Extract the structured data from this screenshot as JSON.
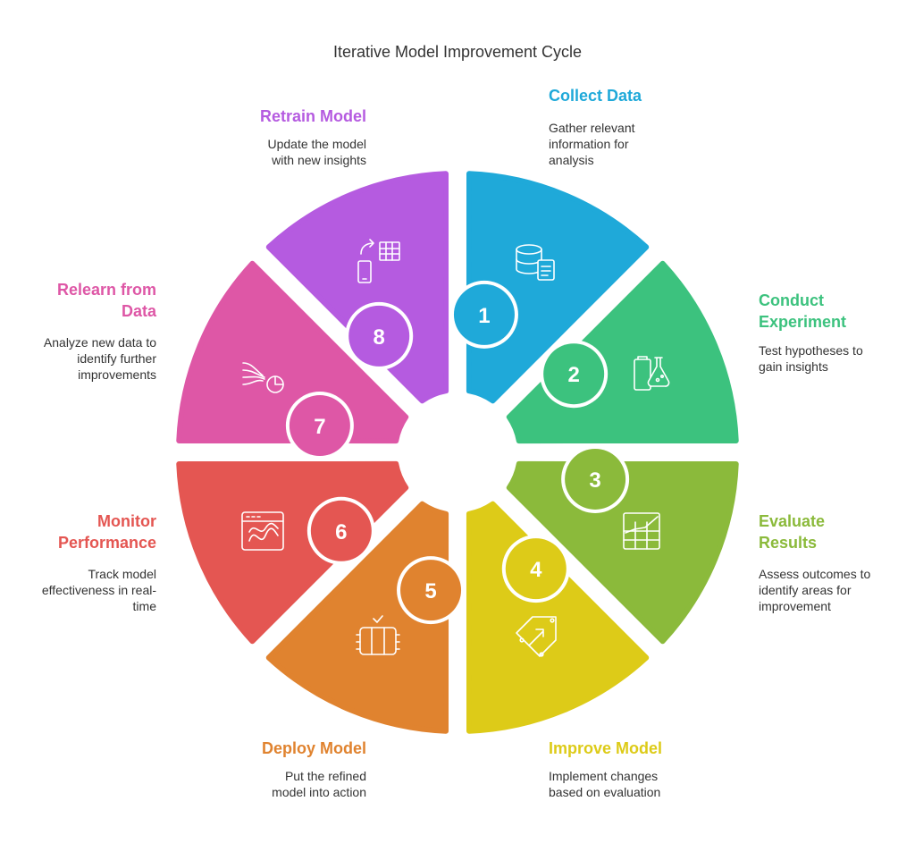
{
  "title": "Iterative Model Improvement Cycle",
  "steps": [
    {
      "number": "1",
      "title": "Collect Data",
      "desc_lines": [
        "Gather relevant",
        "information for",
        "analysis"
      ],
      "color": "#1FA9D9",
      "icon": "database-document-icon"
    },
    {
      "number": "2",
      "title_lines": [
        "Conduct",
        "Experiment"
      ],
      "desc_lines": [
        "Test hypotheses to",
        "gain insights"
      ],
      "color": "#3CC27E",
      "icon": "flask-clipboard-icon"
    },
    {
      "number": "3",
      "title_lines": [
        "Evaluate",
        "Results"
      ],
      "desc_lines": [
        "Assess outcomes to",
        "identify areas for",
        "improvement"
      ],
      "color": "#8BBA3B",
      "icon": "chart-grid-icon"
    },
    {
      "number": "4",
      "title": "Improve Model",
      "desc_lines": [
        "Implement changes",
        "based on evaluation"
      ],
      "color": "#DDCB18",
      "icon": "circuit-arrow-icon"
    },
    {
      "number": "5",
      "title": "Deploy Model",
      "desc_lines": [
        "Put the refined",
        "model into action"
      ],
      "color": "#E0832F",
      "icon": "server-check-icon"
    },
    {
      "number": "6",
      "title_lines": [
        "Monitor",
        "Performance"
      ],
      "desc_lines": [
        "Track model",
        "effectiveness in real-",
        "time"
      ],
      "color": "#E45652",
      "icon": "monitor-waves-icon"
    },
    {
      "number": "7",
      "title_lines": [
        "Relearn from",
        "Data"
      ],
      "desc_lines": [
        "Analyze new data to",
        "identify further",
        "improvements"
      ],
      "color": "#DE57A6",
      "icon": "data-flow-icon"
    },
    {
      "number": "8",
      "title": "Retrain Model",
      "desc_lines": [
        "Update the model",
        "with new insights"
      ],
      "color": "#B55BE0",
      "icon": "phone-sync-table-icon"
    }
  ]
}
